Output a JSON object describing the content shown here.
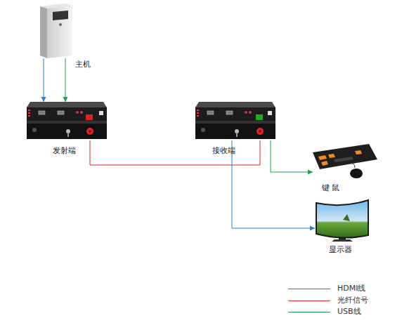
{
  "diagram": {
    "nodes": [
      {
        "text": [
          "主机"
        ]
      },
      {
        "text": [
          "发射端"
        ]
      },
      {
        "text": [
          "接收端"
        ]
      },
      {
        "text": [
          "键 鼠"
        ]
      },
      {
        "text": [
          "显示器"
        ]
      }
    ],
    "edges": [
      {
        "from": 0,
        "to": 1,
        "arrow": "to"
      },
      {
        "from": 0,
        "to": 1,
        "arrow": "to"
      },
      {
        "from": 1,
        "to": 2,
        "arrow": "none"
      },
      {
        "from": 2,
        "to": 3,
        "arrow": "to"
      },
      {
        "from": 2,
        "to": 4,
        "arrow": "to"
      }
    ],
    "legend": [
      {
        "text": "HDMI线",
        "color": "#2a7fd4"
      },
      {
        "text": "光纤信号",
        "color": "#e0262d"
      },
      {
        "text": "USB线",
        "color": "#1e9e4e"
      }
    ]
  }
}
